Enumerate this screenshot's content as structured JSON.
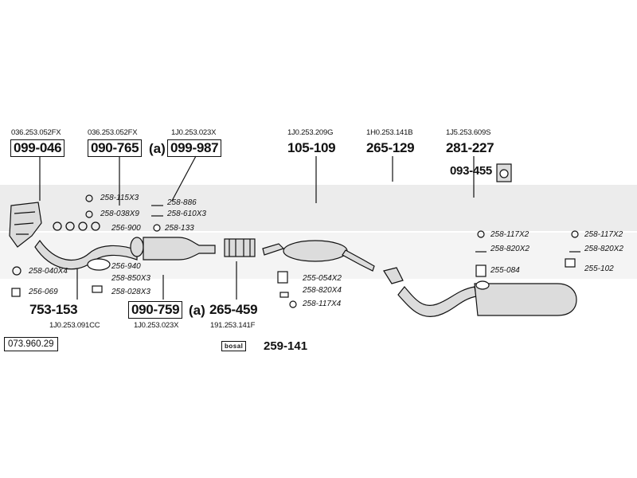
{
  "catalog_ref": "073.960.29",
  "brand_badge": "bosal",
  "brand_part": "259-141",
  "suffix_a": "(a)",
  "main_parts": [
    {
      "oem": "036.253.052FX",
      "part": "099-046",
      "boxed": true
    },
    {
      "oem": "036.253.052FX",
      "part": "090-765",
      "boxed": true
    },
    {
      "oem": "1J0.253.023X",
      "part": "099-987",
      "boxed": true
    },
    {
      "oem": "1J0.253.209G",
      "part": "105-109",
      "boxed": false
    },
    {
      "oem": "1H0.253.141B",
      "part": "265-129",
      "boxed": false
    },
    {
      "oem": "1J5.253.609S",
      "part": "281-227",
      "boxed": false
    },
    {
      "oem": "1J0.253.091CC",
      "part": "753-153",
      "boxed": false
    },
    {
      "oem": "1J0.253.023X",
      "part": "090-759",
      "boxed": true
    },
    {
      "oem": "191.253.141F",
      "part": "265-459",
      "boxed": false
    }
  ],
  "hanger_part": "093-455",
  "sub_parts": [
    "258-115X3",
    "258-886",
    "258-038X9",
    "258-610X3",
    "256-900",
    "258-133",
    "256-940",
    "258-040X4",
    "258-850X3",
    "256-069",
    "258-028X3",
    "255-054X2",
    "258-820X4",
    "258-117X4",
    "258-117X2",
    "258-820X2",
    "255-084",
    "258-117X2",
    "258-820X2",
    "255-102"
  ],
  "colors": {
    "ink": "#111111",
    "watermark": "#ececec",
    "pipe_fill": "#dcdcdc"
  }
}
